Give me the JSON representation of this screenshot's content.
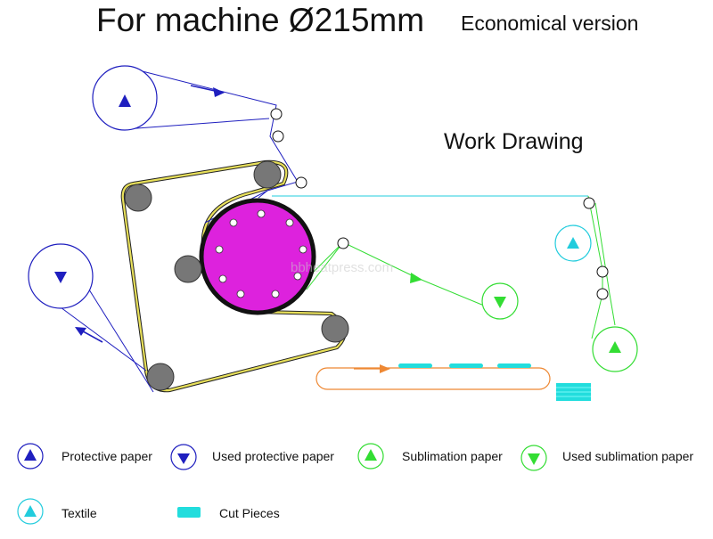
{
  "header": {
    "title": "For machine  Ø215mm",
    "subtitle": "Economical version"
  },
  "diagram": {
    "label": "Work Drawing",
    "watermark": "bbheatpress.com"
  },
  "legend": {
    "protective_paper": "Protective paper",
    "used_protective_paper": "Used protective paper",
    "sublimation_paper": "Sublimation paper",
    "used_sublimation_paper": "Used sublimation paper",
    "textile": "Textile",
    "cut_pieces": "Cut Pieces"
  },
  "colors": {
    "protective_paper": "#1f1fbf",
    "sublimation_paper": "#33dd33",
    "textile": "#22ccdd",
    "cut_pieces": "#22dddd",
    "drum": "#dd22dd",
    "belt": "#e8e05a",
    "feed_belt": "#ee8833",
    "roller": "#777777"
  },
  "icons": {
    "supply_roll": "triangle-up-icon",
    "take_up_roll": "triangle-down-icon",
    "cut_piece": "cut-piece-icon"
  }
}
